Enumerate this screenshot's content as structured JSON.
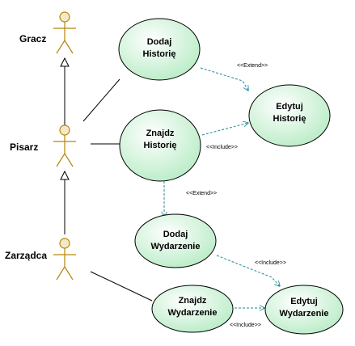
{
  "actors": {
    "gracz": "Gracz",
    "pisarz": "Pisarz",
    "zarzadca": "Zarządca"
  },
  "use_cases": {
    "dodaj_historie": [
      "Dodaj",
      "Historię"
    ],
    "znajdz_historie": [
      "Znajdz",
      "Historię"
    ],
    "edytuj_historie": [
      "Edytuj",
      "Historię"
    ],
    "dodaj_wydarzenie": [
      "Dodaj",
      "Wydarzenie"
    ],
    "znajdz_wydarzenie": [
      "Znajdz",
      "Wydarzenie"
    ],
    "edytuj_wydarzenie": [
      "Edytuj",
      "Wydarzenie"
    ]
  },
  "stereotypes": {
    "extend_1": "<<Extend>>",
    "include_1": "<<Include>>",
    "extend_2": "<<Extend>>",
    "include_2": "<<Include>>",
    "include_3": "<<Include>>"
  },
  "colors": {
    "usecase_fill": "#cdf3d8",
    "actor_stroke": "#b8860b",
    "dependency": "#1f8a96"
  }
}
